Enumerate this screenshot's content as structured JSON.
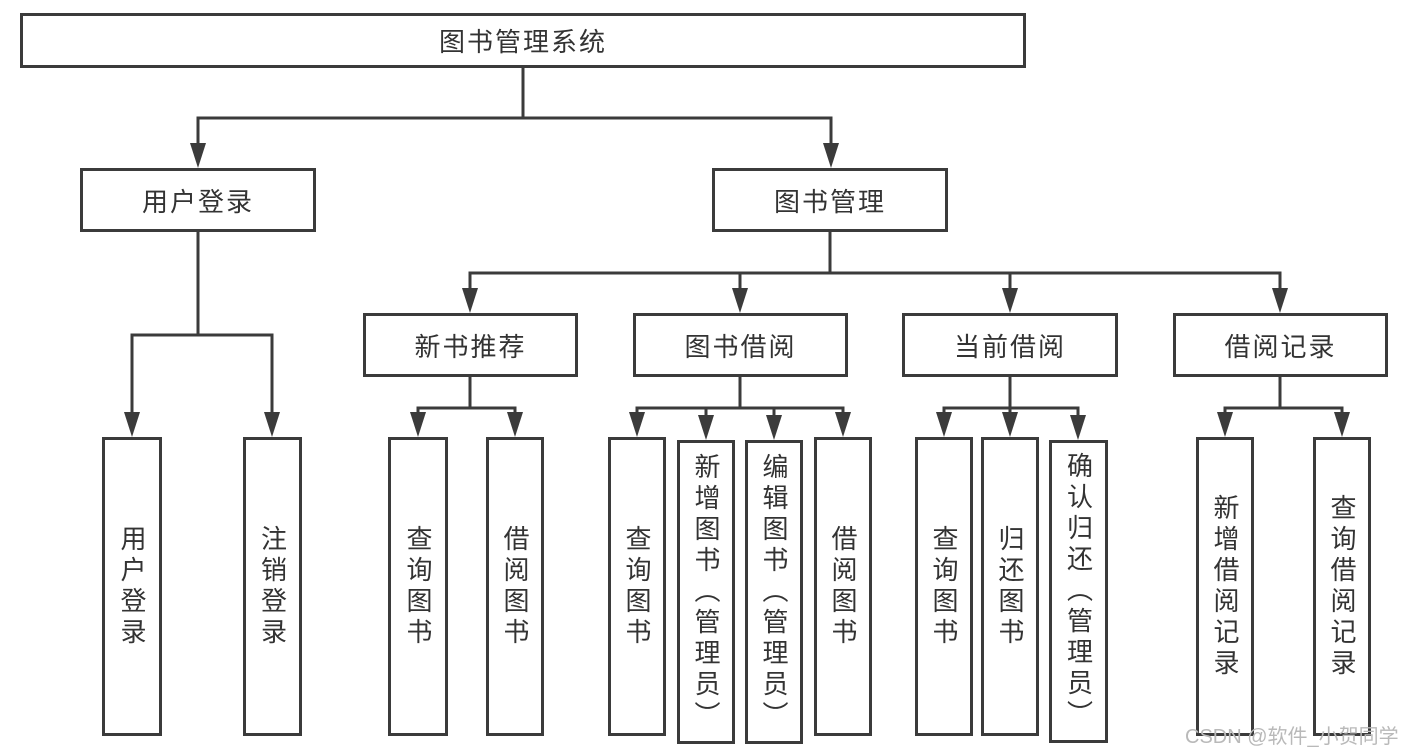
{
  "tree": {
    "root": {
      "label": "图书管理系统",
      "children": [
        {
          "label": "用户登录",
          "children": [
            {
              "label": "用户登录"
            },
            {
              "label": "注销登录"
            }
          ]
        },
        {
          "label": "图书管理",
          "children": [
            {
              "label": "新书推荐",
              "children": [
                {
                  "label": "查询图书"
                },
                {
                  "label": "借阅图书"
                }
              ]
            },
            {
              "label": "图书借阅",
              "children": [
                {
                  "label": "查询图书"
                },
                {
                  "label": "新增图书（管理员）"
                },
                {
                  "label": "编辑图书（管理员）"
                },
                {
                  "label": "借阅图书"
                }
              ]
            },
            {
              "label": "当前借阅",
              "children": [
                {
                  "label": "查询图书"
                },
                {
                  "label": "归还图书"
                },
                {
                  "label": "确认归还（管理员）"
                }
              ]
            },
            {
              "label": "借阅记录",
              "children": [
                {
                  "label": "新增借阅记录"
                },
                {
                  "label": "查询借阅记录"
                }
              ]
            }
          ]
        }
      ]
    }
  },
  "watermark": "CSDN @软件_小贺同学",
  "colors": {
    "line": "#3b3b3b",
    "text": "#333333",
    "watermark": "#b9b9b9",
    "background": "#ffffff"
  }
}
